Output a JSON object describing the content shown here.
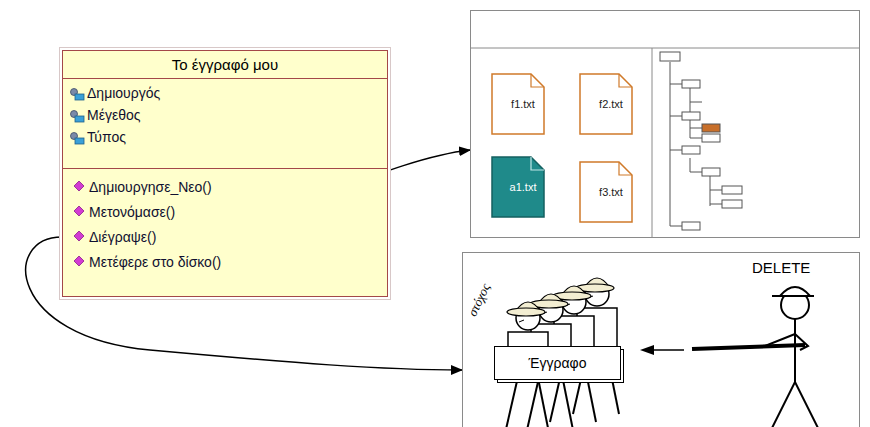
{
  "diagram": {
    "nodes": [
      {
        "text": [
          "Το έγγραφό μου",
          "Δημιουργός",
          "Μέγεθος",
          "Τύπος",
          "Δημιουργησε_Νεο()",
          "Μετονόμασε()",
          "Διέγραψε()",
          "Μετέφερε στο δίσκο()"
        ]
      },
      {
        "text": []
      },
      {
        "text": [
          "f1.txt"
        ],
        "in": 1
      },
      {
        "text": [
          "f2.txt"
        ],
        "in": 1
      },
      {
        "text": [
          "a1.txt"
        ],
        "in": 1
      },
      {
        "text": [
          "f3.txt"
        ],
        "in": 1
      },
      {
        "text": []
      },
      {
        "text": [
          "Έγγραφο"
        ],
        "in": 6
      }
    ],
    "edges": [
      {
        "from": 0,
        "to": 1,
        "arrow": "to"
      },
      {
        "from": 0,
        "to": 6,
        "arrow": "to"
      }
    ],
    "labels": [
      "στόχος",
      "DELETE"
    ]
  }
}
